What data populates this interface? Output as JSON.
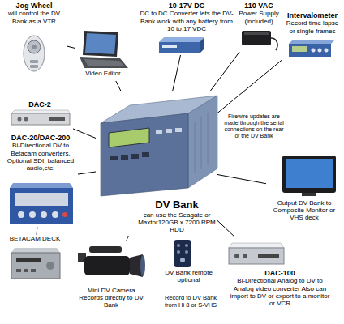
{
  "diagram": {
    "nodes": [
      {
        "text": [
          "Jog Wheel",
          "will control the DV Bank as a VTR"
        ]
      },
      {
        "text": [
          "10-17V DC",
          "DC to DC Converter lets the DV- Bank work with any battery from 10 to 17 VDC"
        ]
      },
      {
        "text": [
          "110 VAC",
          "Power Supply (included)"
        ]
      },
      {
        "text": [
          "Intervalometer",
          "Record time lapse or single frames"
        ]
      },
      {
        "text": [
          "Video Editor"
        ]
      },
      {
        "text": [
          "DAC-2"
        ]
      },
      {
        "text": [
          "DAC-20/DAC-200",
          "Bi-Directional DV to Betacam converters. Optional SDI, balanced audio,etc."
        ]
      },
      {
        "text": [
          "DV Bank",
          "can use the Seagate or Maxtor120GB x 7200 RPM HDD"
        ]
      },
      {
        "text": [
          "Output DV Bank to Composite Monitor or VHS deck"
        ]
      },
      {
        "text": [
          "DV Bank remote optional"
        ]
      },
      {
        "text": [
          "DAC-100",
          "Bi-Directional Analog to DV to Analog video converter Also can import to DV or export to a monitor or VCR"
        ]
      },
      {
        "text": [
          "Mini DV Camera Records directly to DV Bank"
        ]
      },
      {
        "text": [
          "BETACAM DECK"
        ]
      }
    ],
    "edges": [
      {
        "from": 0,
        "to": 4,
        "arrow": "none"
      },
      {
        "from": 4,
        "to": 7,
        "arrow": "none"
      },
      {
        "from": 1,
        "to": 7,
        "arrow": "none"
      },
      {
        "from": 2,
        "to": 7,
        "arrow": "none"
      },
      {
        "from": 3,
        "to": 7,
        "arrow": "none"
      },
      {
        "from": 5,
        "to": 7,
        "arrow": "none"
      },
      {
        "from": 6,
        "to": 7,
        "arrow": "none"
      },
      {
        "from": 6,
        "to": 12,
        "arrow": "none"
      },
      {
        "from": 8,
        "to": 7,
        "arrow": "none"
      },
      {
        "from": 10,
        "to": 7,
        "arrow": "none"
      },
      {
        "from": 11,
        "to": 7,
        "arrow": "none"
      }
    ],
    "labels": [
      "Firewire updates are made through the serial connections on the rear of the DV Bank",
      "Record to DV Bank from Hi 8 or S-VHS"
    ]
  }
}
